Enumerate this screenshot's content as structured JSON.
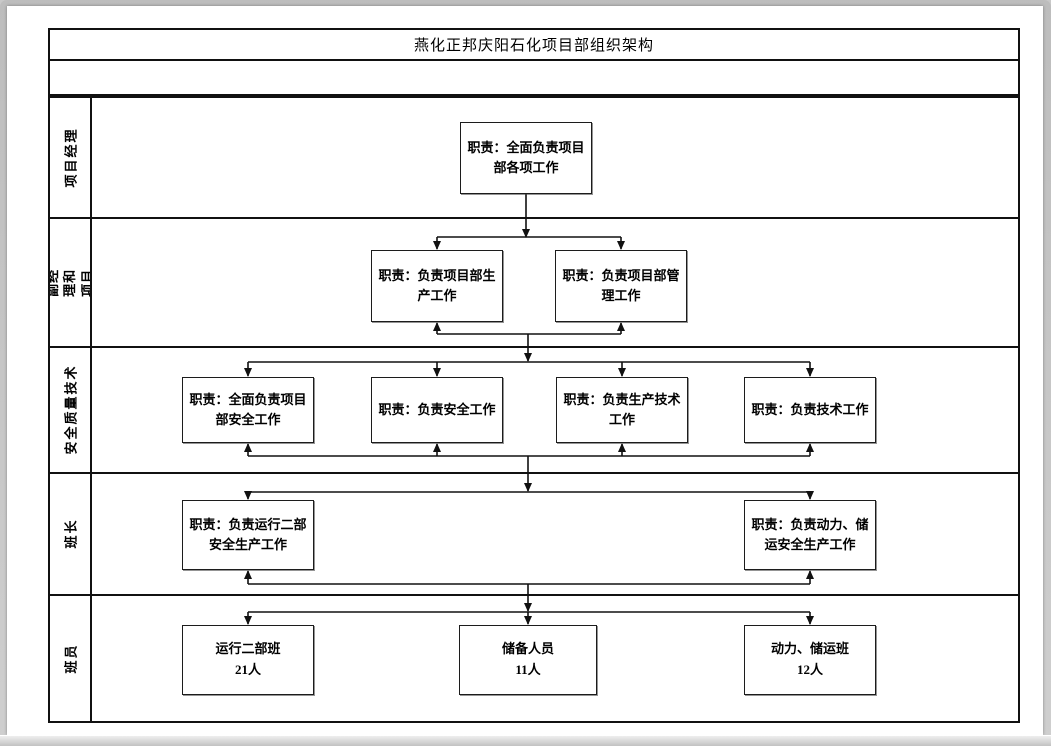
{
  "title": "燕化正邦庆阳石化项目部组织架构",
  "rows": [
    {
      "label": "项目经理"
    },
    {
      "label": "项目副经理和项目管理"
    },
    {
      "label": "安全质量技术"
    },
    {
      "label": "班长"
    },
    {
      "label": "班员"
    }
  ],
  "boxes": {
    "project_manager": "职责：全面负责项目部各项工作",
    "deputy_production": "职责：负责项目部生产工作",
    "deputy_management": "职责：负责项目部管理工作",
    "safety_lead": "职责：全面负责项目部安全工作",
    "safety_officer": "职责：负责安全工作",
    "production_tech_officer": "职责：负责生产技术工作",
    "tech_officer": "职责：负责技术工作",
    "monitor_unit2": "职责：负责运行二部安全生产工作",
    "monitor_power_storage": "职责：负责动力、储运安全生产工作",
    "crew_unit2": {
      "name": "运行二部班",
      "count": "21人"
    },
    "crew_reserve": {
      "name": "储备人员",
      "count": "11人"
    },
    "crew_power_storage": {
      "name": "动力、储运班",
      "count": "12人"
    }
  }
}
